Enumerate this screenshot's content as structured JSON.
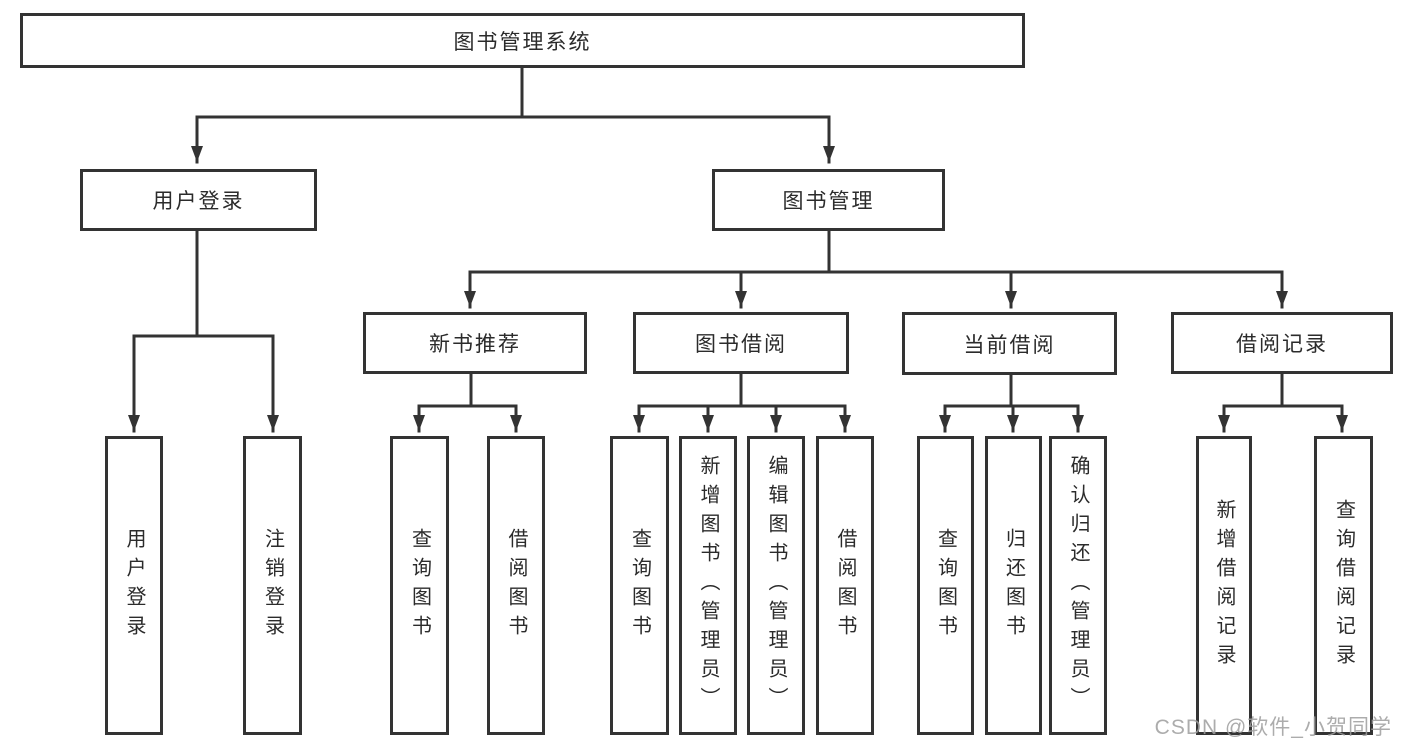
{
  "diagram": {
    "root": {
      "label": "图书管理系统"
    },
    "level2": [
      {
        "label": "用户登录"
      },
      {
        "label": "图书管理"
      }
    ],
    "level3": [
      {
        "label": "新书推荐"
      },
      {
        "label": "图书借阅"
      },
      {
        "label": "当前借阅"
      },
      {
        "label": "借阅记录"
      }
    ],
    "leaves": [
      {
        "label": "用户登录"
      },
      {
        "label": "注销登录"
      },
      {
        "label": "查询图书"
      },
      {
        "label": "借阅图书"
      },
      {
        "label": "查询图书"
      },
      {
        "label": "新增图书（管理员）"
      },
      {
        "label": "编辑图书（管理员）"
      },
      {
        "label": "借阅图书"
      },
      {
        "label": "查询图书"
      },
      {
        "label": "归还图书"
      },
      {
        "label": "确认归还（管理员）"
      },
      {
        "label": "新增借阅记录"
      },
      {
        "label": "查询借阅记录"
      }
    ],
    "colors": {
      "line": "#333333",
      "border": "#333333",
      "text": "#2b2b2b",
      "background": "#ffffff",
      "watermark": "#9e9e9e"
    }
  },
  "watermark": {
    "text": "CSDN @软件_小贺同学"
  }
}
